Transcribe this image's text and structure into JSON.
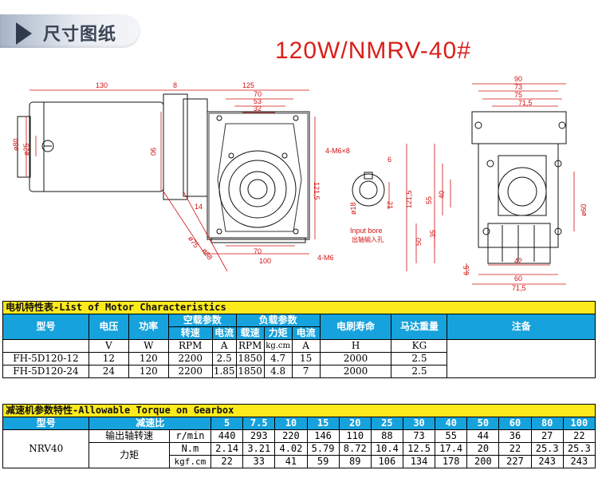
{
  "header": {
    "tab_title": "尺寸图纸",
    "main_title": "120W/NMRV-40#"
  },
  "drawing": {
    "input_bore_label": "Input bore",
    "input_bore_cn": "出轴输入孔",
    "dims": {
      "d130": "130",
      "d8": "8",
      "d125": "125",
      "d70": "70",
      "d53": "53",
      "d32": "32",
      "d90a": "90",
      "d80": "ø80",
      "d25": "ø25",
      "d4m6x8": "4-M6×8",
      "d6": "6",
      "d121_5": "121,5",
      "d21": "21",
      "d18": "ø18",
      "d14": "14",
      "d75": "ø75",
      "d88": "ø88",
      "d70b": "70",
      "d100": "100",
      "d4m6": "4-M6",
      "r90": "90",
      "r73": "73",
      "r75": "75",
      "r71_5": "71,5",
      "r55": "55",
      "r40": "40",
      "r35": "35",
      "r50": "50",
      "r121_5": "121,5",
      "r60": "ø60",
      "r42": "42",
      "r60b": "60",
      "r71_5b": "71,5",
      "r6_5": "6,5"
    }
  },
  "motor_table": {
    "caption": "电机特性表-List of Motor Characteristics",
    "headers": {
      "model": "型号",
      "voltage": "电压",
      "power": "功率",
      "no_load": "空载参数",
      "load": "负载参数",
      "brush_life": "电刷寿命",
      "weight": "马达重量",
      "note": "注备"
    },
    "sub_headers": {
      "speed": "转速",
      "current": "电流",
      "load_speed": "载速",
      "torque": "力矩",
      "load_current": "电流"
    },
    "units": [
      "V",
      "W",
      "RPM",
      "A",
      "RPM",
      "kg.cm",
      "A",
      "H",
      "KG"
    ],
    "rows": [
      [
        "FH-5D120-12",
        "12",
        "120",
        "2200",
        "2.5",
        "1850",
        "4.7",
        "15",
        "2000",
        "2.5"
      ],
      [
        "FH-5D120-24",
        "24",
        "120",
        "2200",
        "1.85",
        "1850",
        "4.8",
        "7",
        "2000",
        "2.5"
      ]
    ]
  },
  "gear_table": {
    "caption": "减速机参数特性-Allowable Torque on Gearbox",
    "model_label": "型号",
    "ratio_label": "减速比",
    "ratios": [
      "5",
      "7.5",
      "10",
      "15",
      "20",
      "25",
      "30",
      "40",
      "50",
      "60",
      "80",
      "100"
    ],
    "model": "NRV40",
    "speed_label": "输出轴转速",
    "speed_unit": "r/min",
    "speeds": [
      "440",
      "293",
      "220",
      "146",
      "110",
      "88",
      "73",
      "55",
      "44",
      "36",
      "27",
      "22"
    ],
    "torque_label": "力矩",
    "torque_unit_nm": "N.m",
    "torque_nm": [
      "2.14",
      "3.21",
      "4.02",
      "5.79",
      "8.72",
      "10.4",
      "12.5",
      "17.4",
      "20",
      "22",
      "25.3",
      "25.3"
    ],
    "torque_unit_kgf": "kgf.cm",
    "torque_kgf": [
      "22",
      "33",
      "41",
      "59",
      "89",
      "106",
      "134",
      "178",
      "200",
      "227",
      "243",
      "243"
    ]
  }
}
